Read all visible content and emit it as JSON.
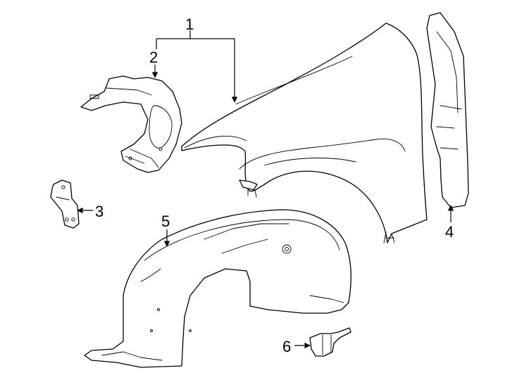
{
  "diagram": {
    "callouts": {
      "c1": "1",
      "c2": "2",
      "c3": "3",
      "c4": "4",
      "c5": "5",
      "c6": "6"
    },
    "background": "#ffffff",
    "ink": "#000000"
  }
}
